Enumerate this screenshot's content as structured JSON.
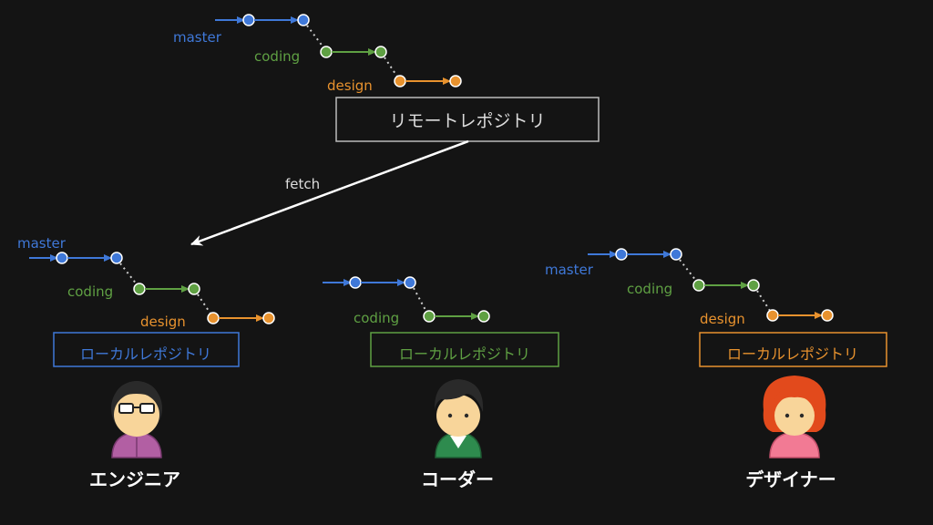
{
  "colors": {
    "background": "#141414",
    "master": "#3f78d8",
    "coding": "#5fa043",
    "design": "#e8922e",
    "text_light": "#dddddd",
    "remote_box": "#bbbbbb"
  },
  "remote": {
    "label": "リモートレポジトリ",
    "branches": {
      "master": "master",
      "coding": "coding",
      "design": "design"
    }
  },
  "fetch": {
    "label": "fetch"
  },
  "locals": {
    "engineer": {
      "box_label": "ローカルレポジトリ",
      "person": "エンジニア",
      "avatar_icon": "engineer-avatar-icon",
      "branches": {
        "master": "master",
        "coding": "coding",
        "design": "design"
      }
    },
    "coder": {
      "box_label": "ローカルレポジトリ",
      "person": "コーダー",
      "avatar_icon": "coder-avatar-icon",
      "branches": {
        "coding": "coding"
      }
    },
    "designer": {
      "box_label": "ローカルレポジトリ",
      "person": "デザイナー",
      "avatar_icon": "designer-avatar-icon",
      "branches": {
        "master": "master",
        "coding": "coding",
        "design": "design"
      }
    }
  }
}
